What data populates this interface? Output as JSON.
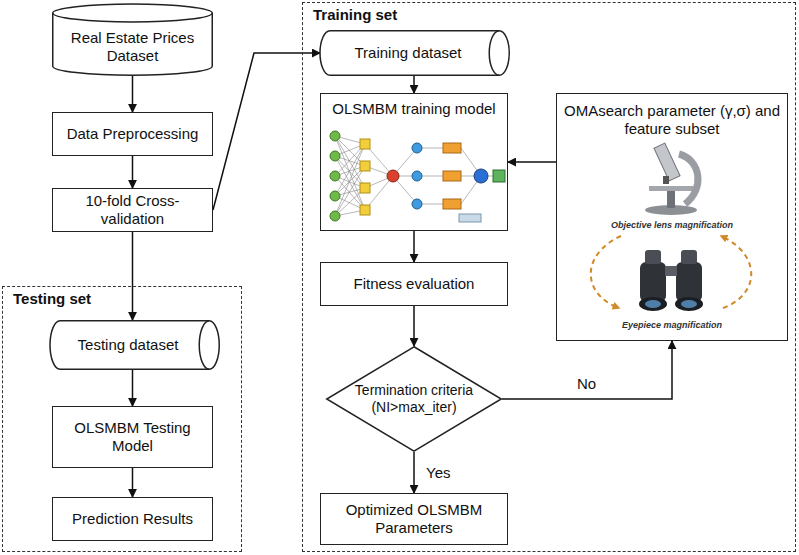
{
  "diagram": {
    "nodes": [
      {
        "text": [
          "Real Estate Prices Dataset"
        ]
      },
      {
        "text": [
          "Data Preprocessing"
        ]
      },
      {
        "text": [
          "10-fold Cross-validation"
        ]
      },
      {
        "text": [
          "Testing set"
        ]
      },
      {
        "text": [
          "Testing dataset"
        ],
        "in": 3
      },
      {
        "text": [
          "OLSMBM Testing Model"
        ],
        "in": 3
      },
      {
        "text": [
          "Prediction Results"
        ],
        "in": 3
      },
      {
        "text": [
          "Training set"
        ]
      },
      {
        "text": [
          "Training dataset"
        ],
        "in": 7
      },
      {
        "text": [
          "OLSMBM training model"
        ],
        "in": 7
      },
      {
        "text": [
          "Fitness evaluation"
        ],
        "in": 7
      },
      {
        "text": [
          "Termination criteria (NI>max_iter)"
        ],
        "in": 7
      },
      {
        "text": [
          "Optimized OLSMBM Parameters"
        ],
        "in": 7
      },
      {
        "text": [
          "OMAsearch parameter (γ,σ) and feature subset",
          "Objective lens magnification",
          "Eyepiece magnification"
        ],
        "in": 7
      }
    ],
    "edges": [
      {
        "from": 0,
        "to": 1,
        "arrow": "to"
      },
      {
        "from": 1,
        "to": 2,
        "arrow": "to"
      },
      {
        "from": 2,
        "to": 8,
        "arrow": "to"
      },
      {
        "from": 2,
        "to": 4,
        "arrow": "to"
      },
      {
        "from": 4,
        "to": 5,
        "arrow": "to"
      },
      {
        "from": 5,
        "to": 6,
        "arrow": "to"
      },
      {
        "from": 8,
        "to": 9,
        "arrow": "to"
      },
      {
        "from": 9,
        "to": 10,
        "arrow": "to"
      },
      {
        "from": 10,
        "to": 11,
        "arrow": "to"
      },
      {
        "from": 11,
        "to": 12,
        "label": "Yes",
        "arrow": "to"
      },
      {
        "from": 11,
        "to": 13,
        "label": "No",
        "arrow": "to"
      },
      {
        "from": 13,
        "to": 9,
        "arrow": "to"
      }
    ]
  }
}
